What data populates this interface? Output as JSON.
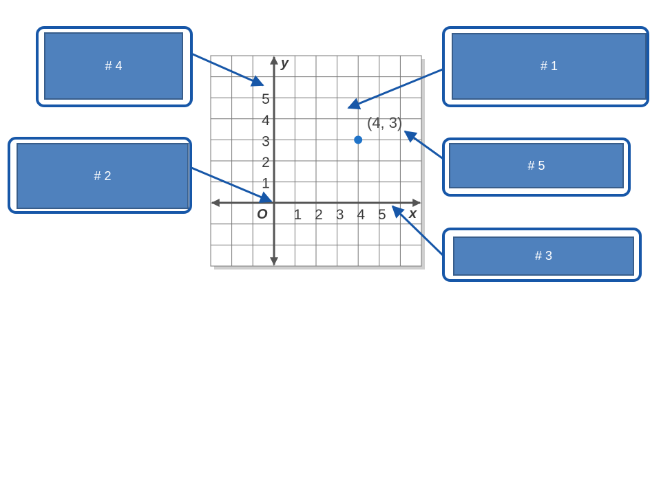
{
  "callouts": {
    "c1": "# 1",
    "c2": "# 2",
    "c3": "# 3",
    "c4": "# 4",
    "c5": "# 5"
  },
  "graph": {
    "x_axis_label": "x",
    "y_axis_label": "y",
    "origin_label": "O",
    "x_ticks": [
      "1",
      "2",
      "3",
      "4",
      "5"
    ],
    "y_ticks": [
      "1",
      "2",
      "3",
      "4",
      "5"
    ],
    "point": {
      "x": 4,
      "y": 3,
      "label": "(4, 3)"
    },
    "grid_x_range": [
      -3,
      7
    ],
    "grid_y_range": [
      -3,
      7
    ]
  },
  "colors": {
    "callout_border": "#1757a8",
    "callout_fill": "#4f81bd",
    "arrow": "#1757a8",
    "point": "#1f73c8",
    "highlight": "#ffff00"
  }
}
